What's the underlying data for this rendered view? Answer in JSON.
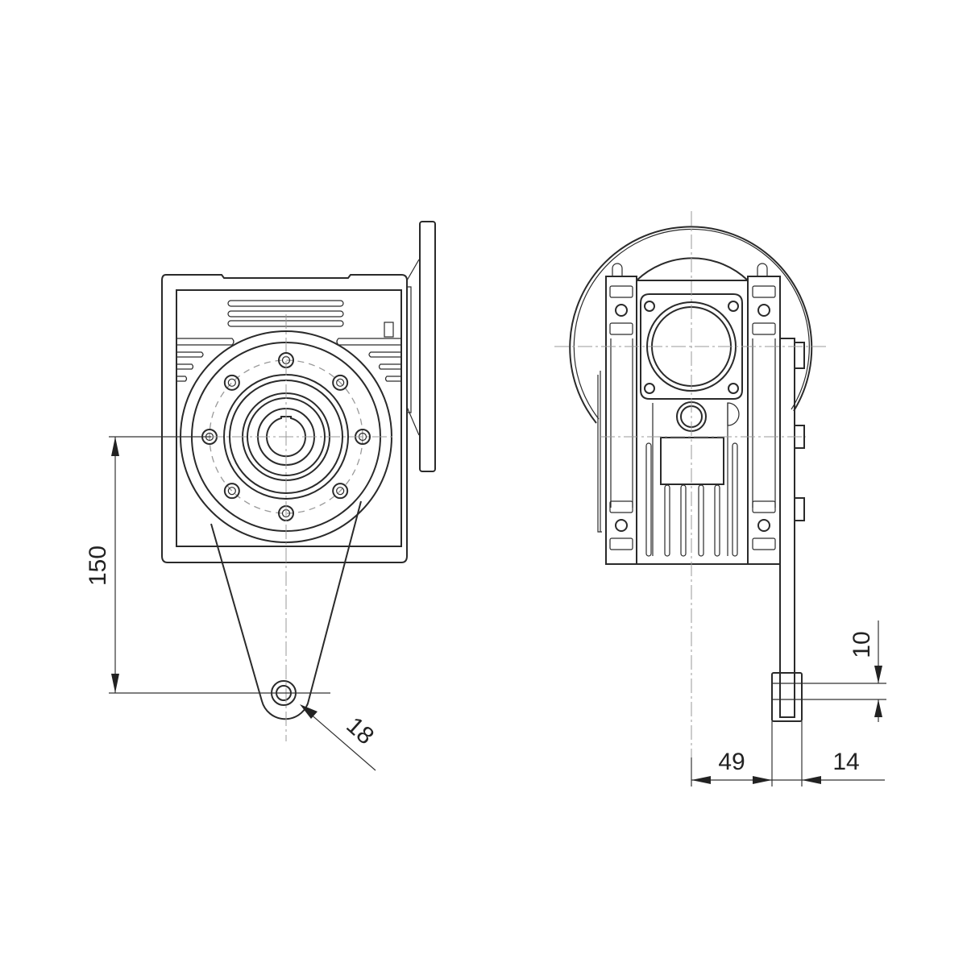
{
  "dimensions": {
    "arm_length": "150",
    "arm_hole": "18",
    "arm_thickness": "10",
    "arm_offset": "49",
    "arm_width": "14"
  },
  "colors": {
    "line": "#2a2a2a",
    "centerline": "#999999",
    "background": "#ffffff"
  }
}
